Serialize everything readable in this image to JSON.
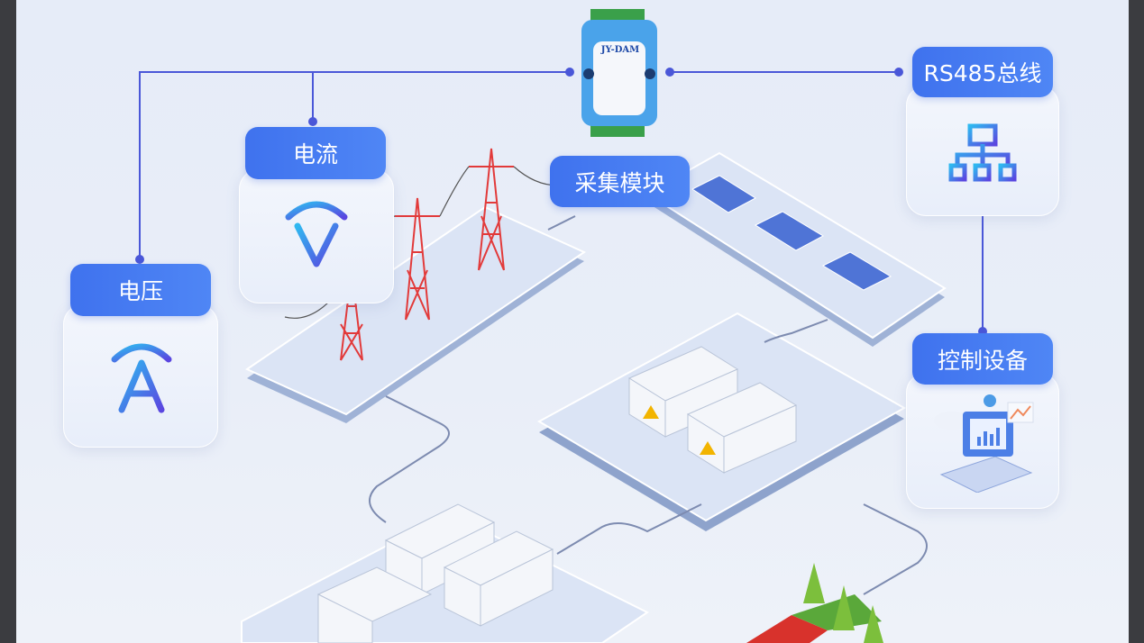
{
  "labels": {
    "voltage": "电压",
    "current": "电流",
    "acquisition_module": "采集模块",
    "rs485_bus": "RS485总线",
    "control_device": "控制设备"
  },
  "device": {
    "brand": "JY-DAM"
  },
  "colors": {
    "label_bg": "#4079f0",
    "line": "#4a57d8",
    "icon_gradient_start": "#2fb8f0",
    "icon_gradient_end": "#5a46e0",
    "tower": "#e23a3a",
    "platform": "#c9d6ee"
  }
}
